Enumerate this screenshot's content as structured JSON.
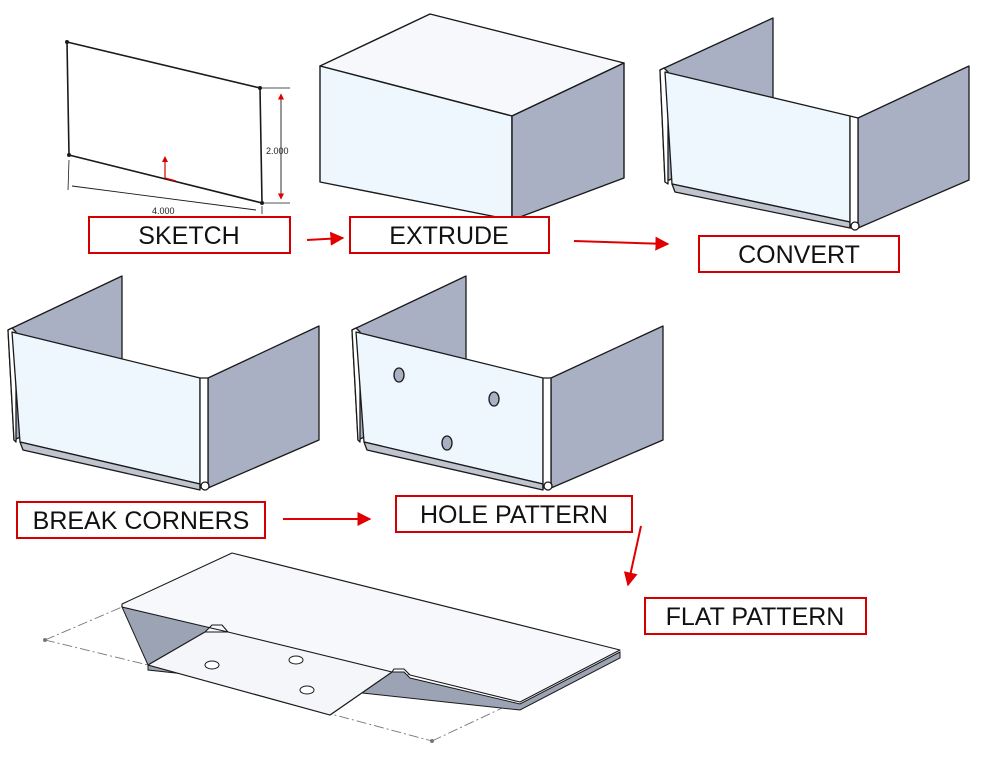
{
  "steps": [
    {
      "id": "sketch",
      "label": "SKETCH"
    },
    {
      "id": "extrude",
      "label": "EXTRUDE"
    },
    {
      "id": "convert",
      "label": "CONVERT"
    },
    {
      "id": "break-corners",
      "label": "BREAK CORNERS"
    },
    {
      "id": "hole-pattern",
      "label": "HOLE PATTERN"
    },
    {
      "id": "flat-pattern",
      "label": "FLAT PATTERN"
    }
  ],
  "dimensions": {
    "width": "4.000",
    "height": "2.000"
  },
  "colors": {
    "label_border": "#d40000",
    "arrow": "#e00000",
    "face_light": "#eef7fd",
    "face_dark": "#a9b0c4",
    "face_top": "#f6f8fb",
    "outline": "#1a1a1a"
  }
}
